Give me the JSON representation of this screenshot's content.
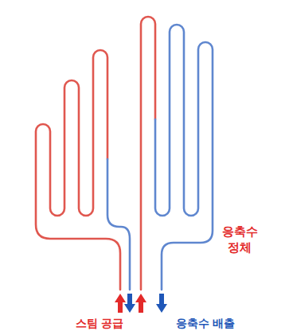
{
  "diagram": {
    "nodes": [
      {
        "text": [
          "응축수 정체"
        ]
      }
    ],
    "labels": [
      "스팀 공급",
      "응축수 배출"
    ]
  }
}
